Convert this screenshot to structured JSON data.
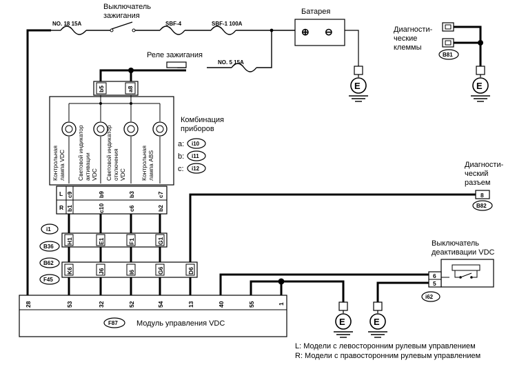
{
  "battery_label": "Батарея",
  "ignition_switch_label": [
    "Выключатель",
    "зажигания"
  ],
  "ignition_relay_label": "Реле зажигания",
  "fuses": {
    "f1": "NO. 18 15A",
    "f2": "SBF-4",
    "f3": "SBF-1 100A",
    "f4": "NO. 5 15A"
  },
  "diag_terminals_label": [
    "Диагности-",
    "ческие",
    "клеммы"
  ],
  "diag_terminals_conn": "B81",
  "combination_meter_label": [
    "Комбинация",
    "приборов"
  ],
  "meter_connectors": [
    {
      "prefix": "a:",
      "code": "i10"
    },
    {
      "prefix": "b:",
      "code": "i11"
    },
    {
      "prefix": "c:",
      "code": "i12"
    }
  ],
  "lamps": [
    [
      "Контрольная",
      "лампа VDC"
    ],
    [
      "Световой индикатор",
      "активации",
      "VDC"
    ],
    [
      "Световой индикатор",
      "отключения",
      "VDC"
    ],
    [
      "Контрольная",
      "лампа ABS"
    ]
  ],
  "relay_pins": [
    "b5",
    "a8"
  ],
  "meter_pins_top": [
    "c9",
    "b9",
    "b3",
    "c7"
  ],
  "meter_pins_bottom": [
    "b1",
    "c10",
    "c6",
    "b2"
  ],
  "side_L": "L",
  "side_R": "R",
  "conn_i1_pins": [
    "H1",
    "E1",
    "F1",
    "G1"
  ],
  "conn_k_pins": [
    "K6",
    "J6",
    "I6",
    "G6",
    "D6"
  ],
  "left_tags": [
    "i1",
    "B36",
    "B62",
    "F45"
  ],
  "diag_connector_label": [
    "Диагности-",
    "ческий",
    "разъем"
  ],
  "diag_connector_pin": "8",
  "diag_connector_conn": "B82",
  "vdc_off_switch_label": [
    "Выключатель",
    "деактивации VDC"
  ],
  "vdc_switch_pins": [
    "6",
    "5"
  ],
  "vdc_switch_conn": "i62",
  "module_pins": [
    "28",
    "53",
    "32",
    "52",
    "54",
    "13",
    "40",
    "55",
    "1"
  ],
  "module_conn": "F87",
  "module_label": "Модуль управления VDC",
  "ground_symbol": "E",
  "notes": [
    "L: Модели с левосторонним рулевым управлением",
    "R: Модели с правосторонним рулевым управлением"
  ]
}
